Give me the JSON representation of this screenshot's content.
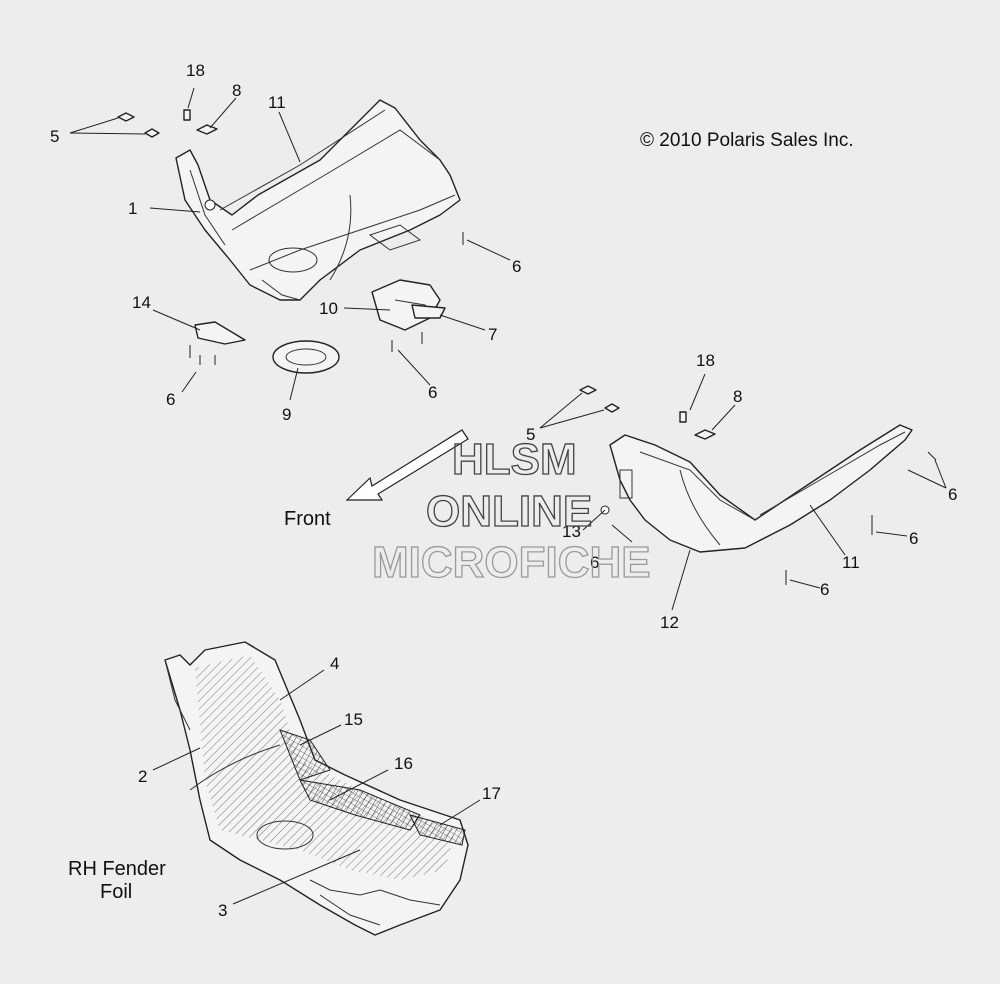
{
  "copyright": "© 2010 Polaris Sales Inc.",
  "watermark": {
    "line1": "HLSM",
    "line2": "ONLINE",
    "line3": "MICROFICHE"
  },
  "front_label": "Front",
  "rh_fender_label": {
    "line1": "RH Fender",
    "line2": "Foil"
  },
  "callouts": [
    {
      "id": "c18a",
      "text": "18"
    },
    {
      "id": "c8a",
      "text": "8"
    },
    {
      "id": "c11a",
      "text": "11"
    },
    {
      "id": "c5a",
      "text": "5"
    },
    {
      "id": "c1",
      "text": "1"
    },
    {
      "id": "c6a",
      "text": "6"
    },
    {
      "id": "c10",
      "text": "10"
    },
    {
      "id": "c7",
      "text": "7"
    },
    {
      "id": "c14",
      "text": "14"
    },
    {
      "id": "c6b",
      "text": "6"
    },
    {
      "id": "c9",
      "text": "9"
    },
    {
      "id": "c6c",
      "text": "6"
    },
    {
      "id": "c18b",
      "text": "18"
    },
    {
      "id": "c8b",
      "text": "8"
    },
    {
      "id": "c5b",
      "text": "5"
    },
    {
      "id": "c6d",
      "text": "6"
    },
    {
      "id": "c13",
      "text": "13"
    },
    {
      "id": "c6e",
      "text": "6"
    },
    {
      "id": "c6f",
      "text": "6"
    },
    {
      "id": "c11b",
      "text": "11"
    },
    {
      "id": "c6g",
      "text": "6"
    },
    {
      "id": "c12",
      "text": "12"
    },
    {
      "id": "c4",
      "text": "4"
    },
    {
      "id": "c15",
      "text": "15"
    },
    {
      "id": "c16",
      "text": "16"
    },
    {
      "id": "c2",
      "text": "2"
    },
    {
      "id": "c17",
      "text": "17"
    },
    {
      "id": "c3",
      "text": "3"
    }
  ]
}
